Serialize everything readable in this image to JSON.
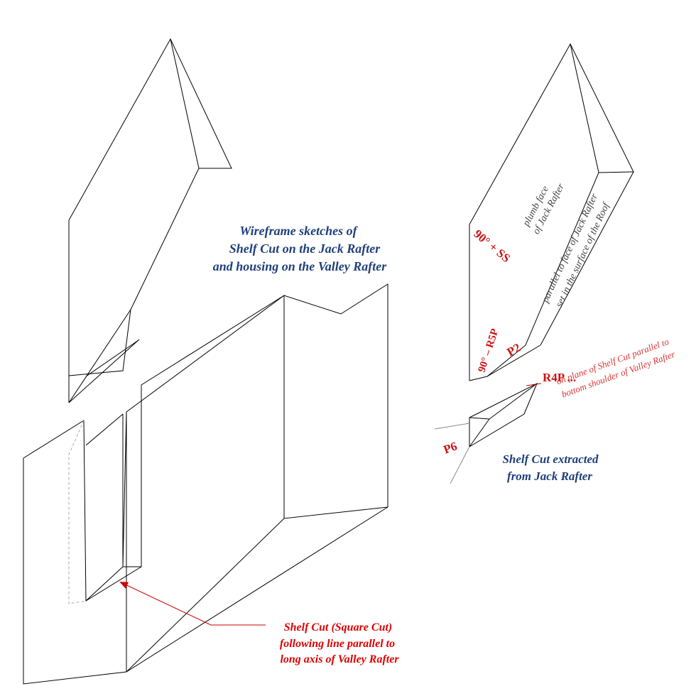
{
  "title": {
    "line1": "Wireframe sketches of",
    "line2": "Shelf Cut on the Jack Rafter",
    "line3": "and housing on the Valley Rafter"
  },
  "jack_rafter_labels": {
    "plumb_face_1": "plumb face",
    "plumb_face_2": "of Jack Rafter",
    "angle_ss": "90° + SS",
    "angle_r5p": "90° – R5P",
    "p2": "P2",
    "parallel_1": "parallel to face of Jack Rafter",
    "parallel_2": "set in the surface of the Roof"
  },
  "shelf_extract": {
    "r4p": "R4P ...",
    "plane_1": "on plane of Shelf Cut parallel to",
    "plane_2": "bottom shoulder of Valley Rafter",
    "p6": "P6",
    "caption_1": "Shelf Cut extracted",
    "caption_2": "from Jack Rafter"
  },
  "shelf_cut_note": {
    "line1": "Shelf Cut (Square Cut)",
    "line2": "following line parallel to",
    "line3": "long axis of Valley Rafter"
  },
  "colors": {
    "heading_blue": "#1f3f7a",
    "annotation_red": "#dd0000",
    "line_black": "#000000"
  }
}
